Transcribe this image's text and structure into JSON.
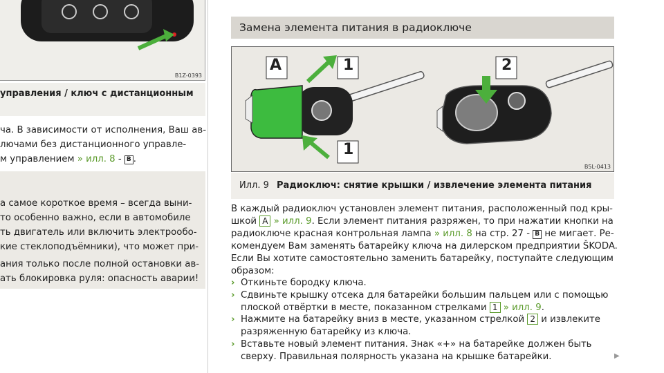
{
  "left": {
    "figure_ref": "B1Z-0393",
    "caption": "управления / ключ с дистанционным",
    "para1": [
      "ча. В зависимости от исполнения, Ваш ав-",
      "лючами без дистанционного управле-",
      "м управлением"
    ],
    "para1_link": "» илл. 8",
    "para1_tail": " - ",
    "para1_box": "B",
    "para1_end": ".",
    "warning_block1": [
      "а самое короткое время – всегда выни-",
      "то особенно важно, если в автомобиле",
      "ть двигатель или включить электрообо-",
      "кие стеклоподъёмники), что может при-"
    ],
    "warning_block2": [
      "ания только после полной остановки ав-",
      "ать блокировка руля: опасность аварии!"
    ]
  },
  "section": {
    "title": "Замена элемента питания в радиоключе"
  },
  "figure": {
    "ref": "B5L-0413",
    "label_a": "A",
    "label_1": "1",
    "label_1b": "1",
    "label_2": "2",
    "caption_prefix": "Илл. 9",
    "caption_title": "Радиоключ: снятие крышки / извлечение элемента питания"
  },
  "body": {
    "l1": "В каждый радиоключ установлен элемент питания, расположенный под кры-",
    "l2a": "шкой ",
    "l2box": "A",
    "l2link": " » илл. 9",
    "l2b": ". Если элемент питания разряжен, то при нажатии кнопки на",
    "l3a": "радиоключе красная контрольная лампа ",
    "l3link": "» илл. 8",
    "l3b": " на стр. 27 - ",
    "l3box": "B",
    "l3c": " не мигает. Ре-",
    "l4": "комендуем Вам заменять батарейку ключа на дилерском предприятии ŠKODA.",
    "l5": "Если Вы хотите самостоятельно заменить батарейку, поступайте следующим",
    "l6": "образом:"
  },
  "steps": {
    "chev": "›",
    "s1": "Откиньте бородку ключа.",
    "s2a": "Сдвиньте крышку отсека для батарейки большим пальцем или с помощью",
    "s2b": "плоской отвёртки в месте, показанном стрелками ",
    "s2box": "1",
    "s2link": " » илл. 9",
    "s2end": ".",
    "s3a": "Нажмите на батарейку вниз в месте, указанном стрелкой ",
    "s3box": "2",
    "s3b": " и извлеките",
    "s3c": "разряженную батарейку из ключа.",
    "s4a": "Вставьте новый элемент питания. Знак «+» на батарейке должен быть",
    "s4b": "сверху. Правильная полярность указана на крышке батарейки."
  },
  "nav": {
    "next_glyph": "▶"
  },
  "colors": {
    "accent_green": "#5a9a2a",
    "key_green": "#3dbb3f",
    "header_bg": "#d9d6d0"
  }
}
